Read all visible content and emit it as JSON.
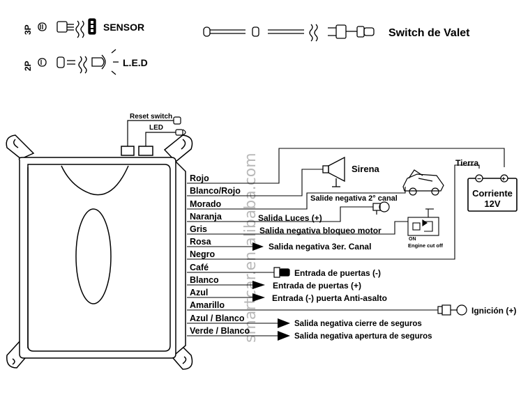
{
  "connectors": {
    "sensor_pin_label": "3P",
    "sensor_label": "SENSOR",
    "led_pin_label": "2P",
    "led_label": "L.E.D",
    "valet_label": "Switch de Valet"
  },
  "module": {
    "reset_switch_label": "Reset switch",
    "led_label": "LED"
  },
  "wires": [
    {
      "color": "Rojo"
    },
    {
      "color": "Blanco/Rojo"
    },
    {
      "color": "Morado"
    },
    {
      "color": "Naranja"
    },
    {
      "color": "Gris"
    },
    {
      "color": "Rosa"
    },
    {
      "color": "Negro"
    },
    {
      "color": "Café"
    },
    {
      "color": "Blanco"
    },
    {
      "color": "Azul"
    },
    {
      "color": "Amarillo"
    },
    {
      "color": "Azul / Blanco"
    },
    {
      "color": "Verde / Blanco"
    }
  ],
  "functions": {
    "sirena": "Sirena",
    "salida_2_canal": "Salide negativa 2° canal",
    "salida_luces": "Salida Luces (+)",
    "bloqueo_motor": "Salida negativa bloqueo motor",
    "on_label": "ON",
    "engine_cut_off": "Engine cut off",
    "salida_3er_canal": "Salida negativa 3er. Canal",
    "entrada_puertas_neg": "Entrada de puertas (-)",
    "entrada_puertas_pos": "Entrada de puertas (+)",
    "antiasalto": "Entrada (-) puerta Anti-asalto",
    "ignicion": "Ignición (+)",
    "cierre": "Salida negativa cierre de seguros",
    "apertura": "Salida negativa apertura de seguros"
  },
  "power": {
    "tierra": "Tierra",
    "minus": "−",
    "plus": "+",
    "corriente_line1": "Corriente",
    "corriente_line2": "12V"
  },
  "watermark": "smartcar.en.alibaba.com"
}
